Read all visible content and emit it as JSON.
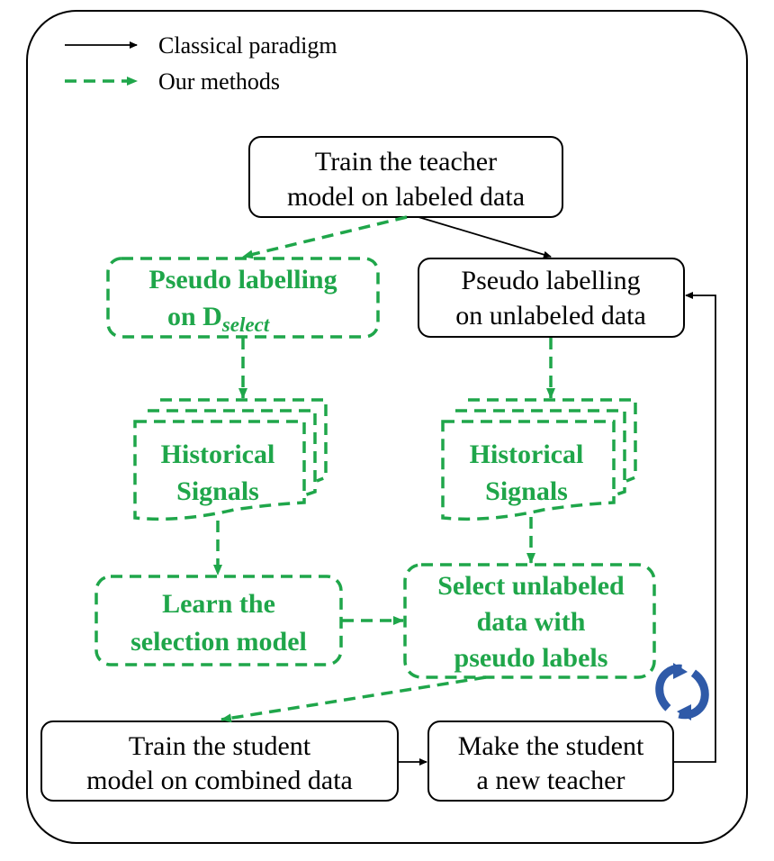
{
  "legend": {
    "classical": "Classical paradigm",
    "ours": "Our methods"
  },
  "nodes": {
    "train_teacher": [
      "Train the teacher",
      "model on labeled data"
    ],
    "pseudo_select": [
      "Pseudo labelling",
      "on D",
      "select"
    ],
    "pseudo_unlabeled": [
      "Pseudo labelling",
      "on unlabeled data"
    ],
    "hist_left": [
      "Historical",
      "Signals"
    ],
    "hist_right": [
      "Historical",
      "Signals"
    ],
    "learn_selection": [
      "Learn the",
      "selection model"
    ],
    "select_unlabeled": [
      "Select unlabeled",
      "data with",
      "pseudo labels"
    ],
    "train_student": [
      "Train the student",
      "model on combined data"
    ],
    "make_teacher": [
      "Make the student",
      "a new teacher"
    ]
  },
  "colors": {
    "classical": "#000000",
    "ours": "#1fa64a",
    "cycle_icon": "#2f5aa8"
  },
  "icons": {
    "cycle": "refresh-cycle-icon"
  }
}
